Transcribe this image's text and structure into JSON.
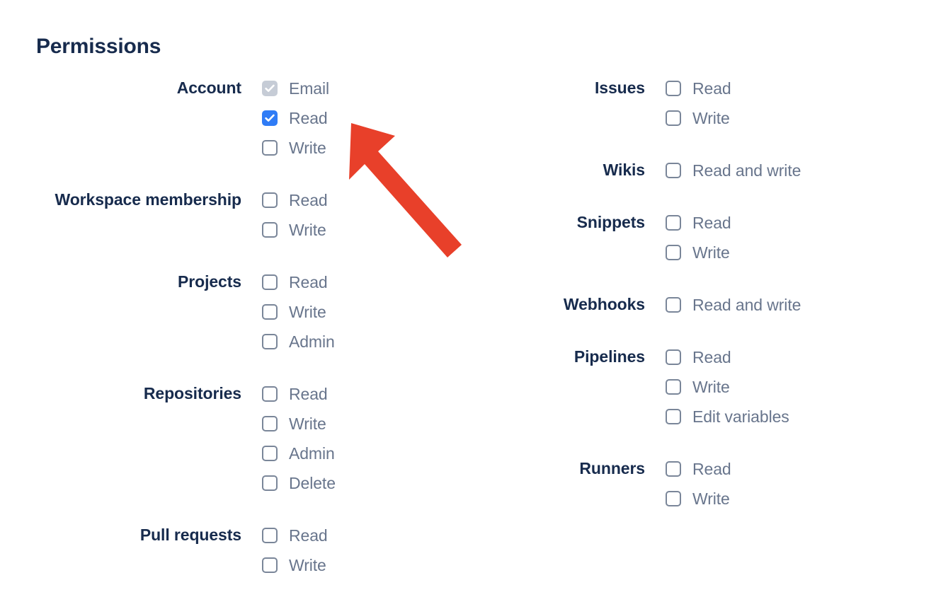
{
  "page": {
    "title": "Permissions"
  },
  "colors": {
    "heading": "#172b4d",
    "group_label": "#172b4d",
    "option_label": "#68758c",
    "checkbox_border": "#7a8699",
    "checkbox_checked": "#2f7cf6",
    "checkbox_disabled": "#c6ccd6",
    "annotation_arrow": "#e8402a",
    "background": "#ffffff"
  },
  "annotation": {
    "arrow_icon": "arrow-up-left-icon",
    "color": "#e8402a",
    "points_to": "Account / Read checkbox"
  },
  "columns": {
    "left": {
      "groups": [
        {
          "label": "Account",
          "options": [
            {
              "label": "Email",
              "state": "disabled-checked"
            },
            {
              "label": "Read",
              "state": "checked"
            },
            {
              "label": "Write",
              "state": "unchecked"
            }
          ]
        },
        {
          "label": "Workspace membership",
          "options": [
            {
              "label": "Read",
              "state": "unchecked"
            },
            {
              "label": "Write",
              "state": "unchecked"
            }
          ]
        },
        {
          "label": "Projects",
          "options": [
            {
              "label": "Read",
              "state": "unchecked"
            },
            {
              "label": "Write",
              "state": "unchecked"
            },
            {
              "label": "Admin",
              "state": "unchecked"
            }
          ]
        },
        {
          "label": "Repositories",
          "options": [
            {
              "label": "Read",
              "state": "unchecked"
            },
            {
              "label": "Write",
              "state": "unchecked"
            },
            {
              "label": "Admin",
              "state": "unchecked"
            },
            {
              "label": "Delete",
              "state": "unchecked"
            }
          ]
        },
        {
          "label": "Pull requests",
          "options": [
            {
              "label": "Read",
              "state": "unchecked"
            },
            {
              "label": "Write",
              "state": "unchecked"
            }
          ]
        }
      ]
    },
    "right": {
      "groups": [
        {
          "label": "Issues",
          "options": [
            {
              "label": "Read",
              "state": "unchecked"
            },
            {
              "label": "Write",
              "state": "unchecked"
            }
          ]
        },
        {
          "label": "Wikis",
          "options": [
            {
              "label": "Read and write",
              "state": "unchecked"
            }
          ]
        },
        {
          "label": "Snippets",
          "options": [
            {
              "label": "Read",
              "state": "unchecked"
            },
            {
              "label": "Write",
              "state": "unchecked"
            }
          ]
        },
        {
          "label": "Webhooks",
          "options": [
            {
              "label": "Read and write",
              "state": "unchecked"
            }
          ]
        },
        {
          "label": "Pipelines",
          "options": [
            {
              "label": "Read",
              "state": "unchecked"
            },
            {
              "label": "Write",
              "state": "unchecked"
            },
            {
              "label": "Edit variables",
              "state": "unchecked"
            }
          ]
        },
        {
          "label": "Runners",
          "options": [
            {
              "label": "Read",
              "state": "unchecked"
            },
            {
              "label": "Write",
              "state": "unchecked"
            }
          ]
        }
      ]
    }
  }
}
